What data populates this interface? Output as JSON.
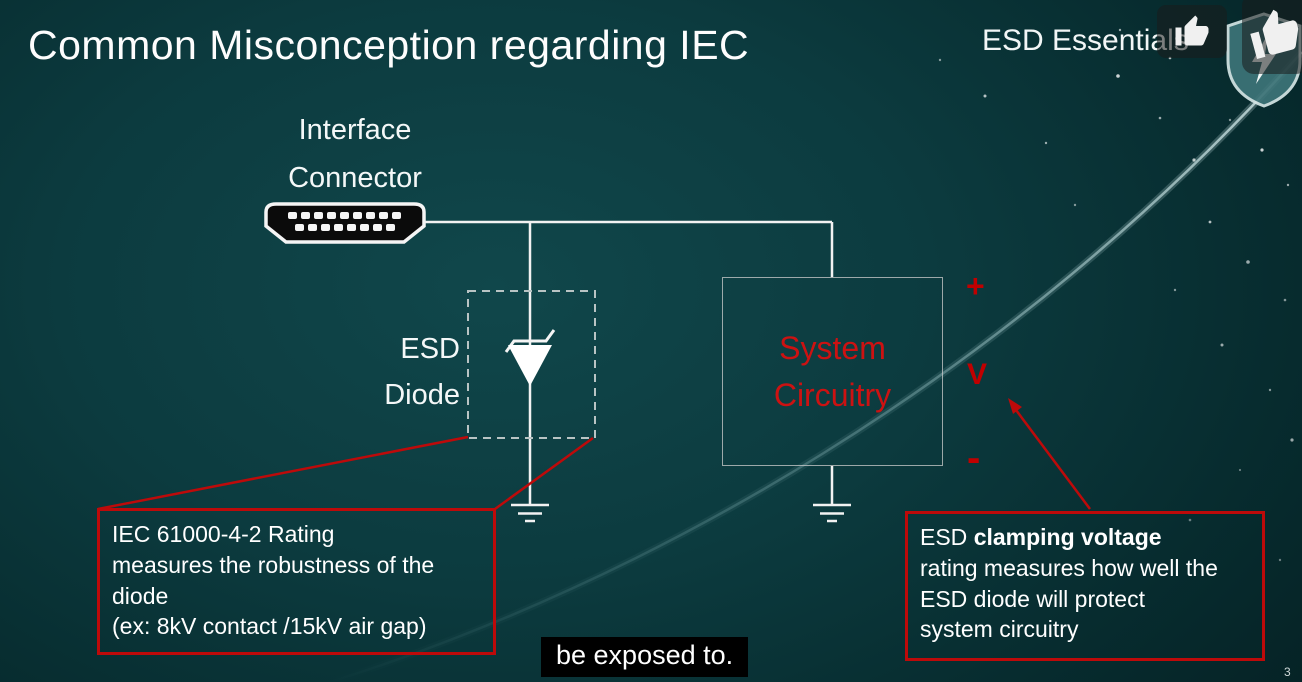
{
  "slide": {
    "title": "Common Misconception regarding IEC",
    "brand": "ESD Essentials",
    "page_number": "3"
  },
  "diagram": {
    "connector_label": [
      "Interface",
      "Connector"
    ],
    "esd_diode_label": [
      "ESD",
      "Diode"
    ],
    "system_box": [
      "System",
      "Circuitry"
    ],
    "terminals": {
      "plus": "+",
      "v": "V",
      "minus": "-"
    }
  },
  "callouts": {
    "iec_rating": {
      "lines": [
        "IEC 61000-4-2 Rating",
        "measures the robustness of the",
        "diode",
        "(ex: 8kV contact /15kV air gap)"
      ]
    },
    "clamping": {
      "line1_normal": "ESD ",
      "line1_bold": "clamping voltage",
      "lines_rest": [
        "rating measures how well the",
        "ESD diode will protect",
        "system circuitry"
      ]
    }
  },
  "caption": "be exposed to.",
  "icons": {
    "small_overlay": "thumbs-up-icon",
    "corner_overlay": "thumbs-up-icon",
    "brand_logo": "shield-icon"
  },
  "colors": {
    "accent_red": "#bd0a0a",
    "system_text_red": "#cc1212",
    "background_teal": "#0c3b3f",
    "wire_white": "#f2f2f2"
  }
}
